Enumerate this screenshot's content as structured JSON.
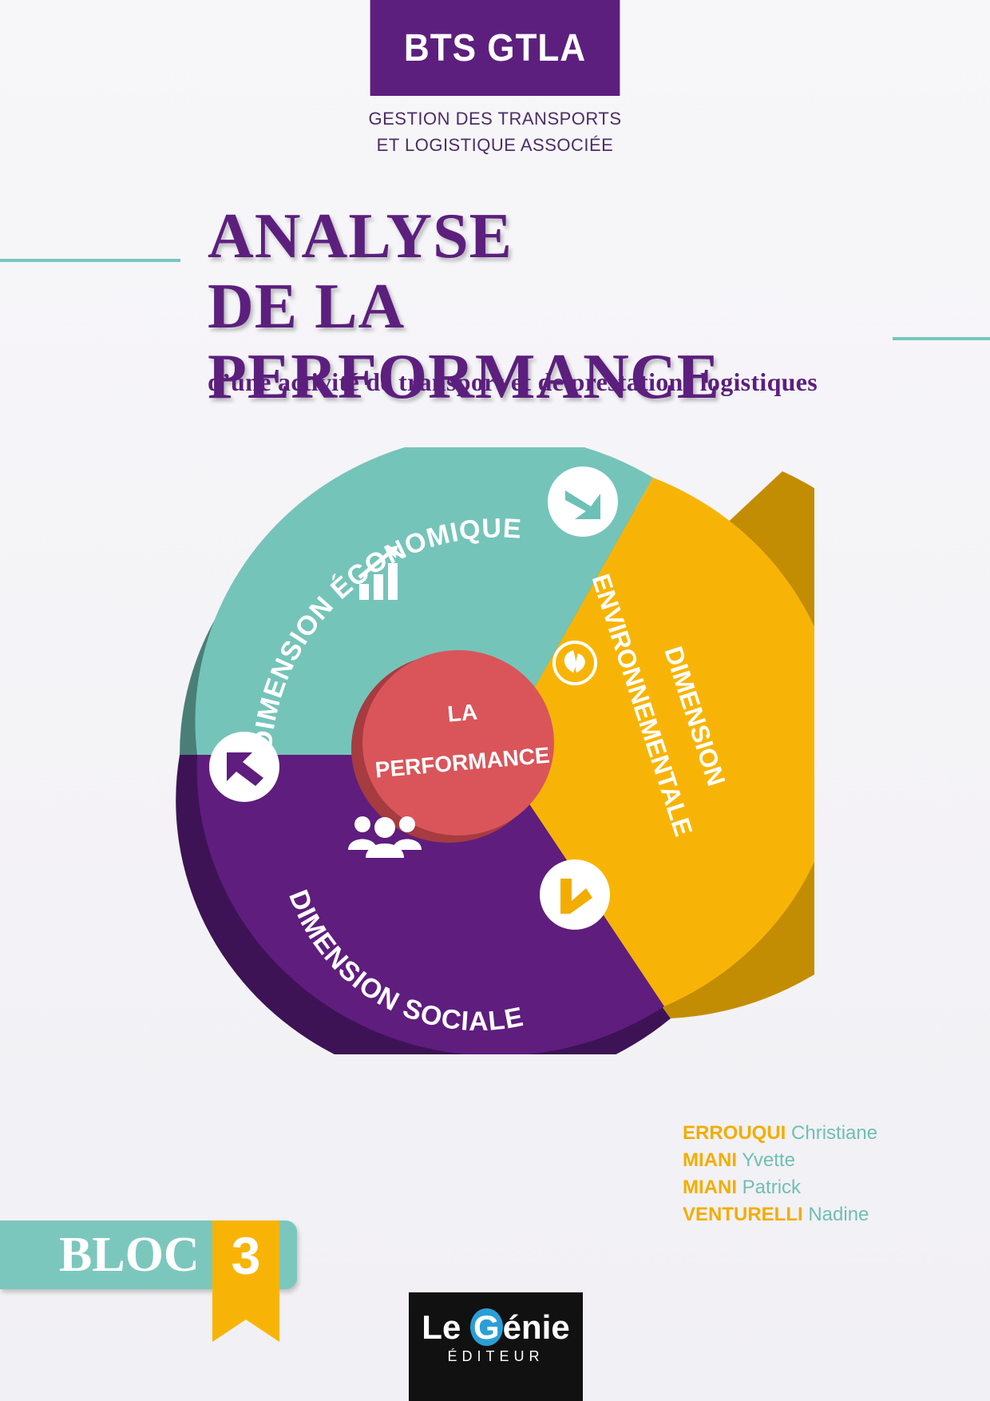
{
  "header": {
    "badge": "BTS GTLA",
    "subtitle_line1": "GESTION DES TRANSPORTS",
    "subtitle_line2": "ET LOGISTIQUE ASSOCIÉE"
  },
  "title": {
    "line1": "ANALYSE",
    "line2": "DE LA PERFORMANCE",
    "tagline": "d’une activité de transport et de prestations logistiques"
  },
  "wheel": {
    "center_line1": "LA",
    "center_line2": "PERFORMANCE",
    "economic": "DIMENSION ÉCONOMIQUE",
    "environmental_line1": "DIMENSION",
    "environmental_line2": "ENVIRONNEMENTALE",
    "social": "DIMENSION SOCIALE",
    "colors": {
      "economic": "#75c4b9",
      "environmental": "#f8b406",
      "social": "#5f1d7e",
      "center": "#d9555a"
    }
  },
  "authors": [
    {
      "last": "ERROUQUI",
      "first": "Christiane"
    },
    {
      "last": "MIANI",
      "first": "Yvette"
    },
    {
      "last": "MIANI",
      "first": "Patrick"
    },
    {
      "last": "VENTURELLI",
      "first": "Nadine"
    }
  ],
  "bloc": {
    "label": "BLOC",
    "number": "3"
  },
  "publisher": {
    "name_part1": "Le ",
    "name_g": "G",
    "name_part2": "énie",
    "sub": "ÉDITEUR"
  }
}
